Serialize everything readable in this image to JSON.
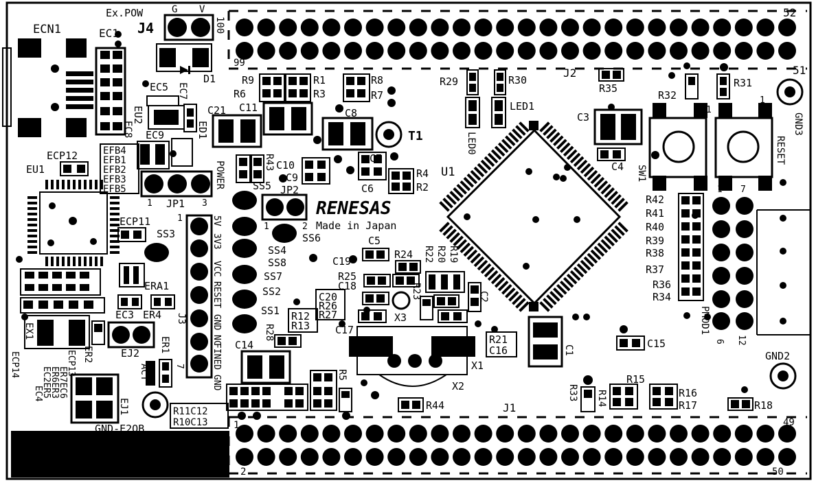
{
  "labels": {
    "ecn1": "ECN1",
    "ec1": "EC1",
    "expow": "Ex.POW",
    "j4": "J4",
    "g": "G",
    "v": "V",
    "j4_100": "100",
    "j4_99": "99",
    "d1": "D1",
    "j2": "J2",
    "n52": "52",
    "n51": "51",
    "ec5": "EC5",
    "ec7": "EC7",
    "eu2": "EU2",
    "ec8": "EC8",
    "ec9": "EC9",
    "ed1": "ED1",
    "efb4": "EFB4",
    "efb1": "EFB1",
    "efb2": "EFB2",
    "efb3": "EFB3",
    "efb5": "EFB5",
    "ecp12": "ECP12",
    "eu1": "EU1",
    "jp1": "JP1",
    "jp1_1": "1",
    "jp1_3": "3",
    "ecp11": "ECP11",
    "ss3": "SS3",
    "era1": "ERA1",
    "ec3": "EC3",
    "er4": "ER4",
    "ex1": "EX1",
    "ej2": "EJ2",
    "er1": "ER1",
    "n7": "7",
    "er2": "ER2",
    "act": "ACT",
    "ej1": "EJ1",
    "gnd_e2ob": "GND-E2OB",
    "ecp13": "ECP13",
    "er7ec6": "ER7EC6",
    "er6er3": "ER6ER3",
    "ec2er5": "EC2ER5",
    "ec4": "EC4",
    "ecp14": "ECP14",
    "r11c12": "R11C12",
    "r10c13": "R10C13",
    "r9": "R9",
    "r6": "R6",
    "r1": "R1",
    "r3": "R3",
    "r8": "R8",
    "r7": "R7",
    "c21": "C21",
    "c11": "C11",
    "c8": "C8",
    "t1": "T1",
    "r43": "R43",
    "c10": "C10",
    "c9": "C9",
    "c7": "C7",
    "c6": "C6",
    "r4": "R4",
    "r2": "R2",
    "power": "POWER",
    "ss5": "SS5",
    "jp2": "JP2",
    "jp2_1": "1",
    "jp2_2": "2",
    "renesas": "RENESAS",
    "made_in_japan": "Made in Japan",
    "j3_vcc": "VCC",
    "j3_5v": "5V",
    "j3_3v3": "3V3",
    "j3_reset": "RESET",
    "j3_gnd": "GND",
    "j3_nc": "NC",
    "j3_fined": "FINED",
    "j3_gnd2": "GND",
    "j3": "J3",
    "j3_1": "1",
    "ss4": "SS4",
    "ss6": "SS6",
    "ss8": "SS8",
    "ss7": "SS7",
    "ss2": "SS2",
    "ss1": "SS1",
    "c5": "C5",
    "r24": "R24",
    "r22": "R22",
    "r20": "R20",
    "r19": "R19",
    "c19": "C19",
    "r25": "R25",
    "c18": "C18",
    "r23": "R23",
    "c2": "C2",
    "x3": "X3",
    "c20": "C20",
    "r26": "R26",
    "r27": "R27",
    "r12": "R12",
    "r13": "R13",
    "r28": "R28",
    "c17": "C17",
    "c14": "C14",
    "r5": "R5",
    "x1": "X1",
    "x2": "X2",
    "r21": "R21",
    "c16": "C16",
    "c1": "C1",
    "r44": "R44",
    "j1": "J1",
    "j1_1": "1",
    "j1_2": "2",
    "j1_49": "49",
    "j1_50": "50",
    "r29": "R29",
    "r30": "R30",
    "led0": "LED0",
    "led1": "LED1",
    "u1": "U1",
    "r35": "R35",
    "r32": "R32",
    "r31": "R31",
    "gnd3": "GND3",
    "c3": "C3",
    "c4": "C4",
    "sw1": "SW1",
    "reset": "RESET",
    "sw_1a": "1",
    "sw_1b": "1",
    "r42": "R42",
    "r41": "R41",
    "r40": "R40",
    "r39": "R39",
    "r38": "R38",
    "r37": "R37",
    "r36": "R36",
    "r34": "R34",
    "pmod1": "PMOD1",
    "p1": "1",
    "p7": "7",
    "p6": "6",
    "p12": "12",
    "c15": "C15",
    "gnd2": "GND2",
    "r15": "R15",
    "r16": "R16",
    "r17": "R17",
    "r18": "R18",
    "r14": "R14",
    "r33": "R33"
  }
}
